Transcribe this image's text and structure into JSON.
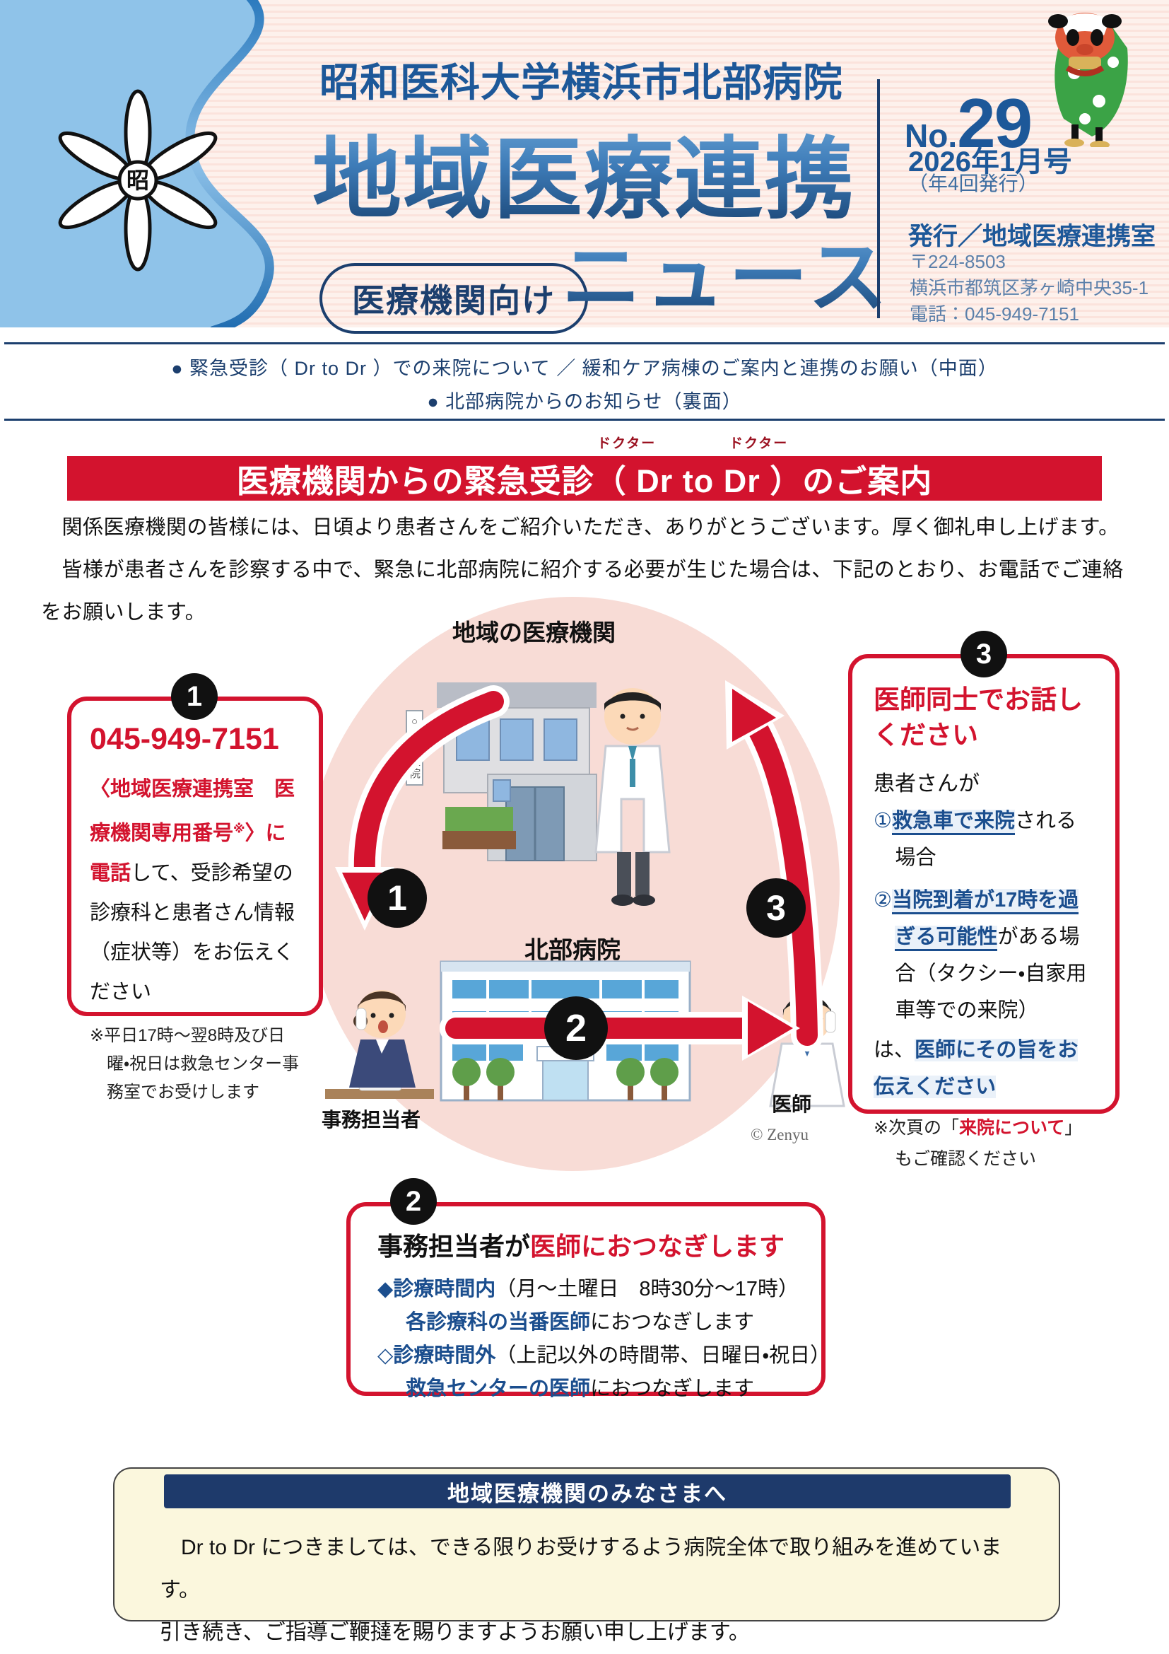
{
  "colors": {
    "accent_red": "#d3132e",
    "navy": "#1c3f6e",
    "title_blue": "#1d5899",
    "blue_text": "#1b4e8e",
    "light_blue": "#8fc3e9",
    "pink_circle": "#f8dcd6",
    "cream": "#fbf7dd",
    "banner_navy": "#1e3a6b"
  },
  "header": {
    "organization": "昭和医科大学横浜市北部病院",
    "newsletter_title": "地域医療連携",
    "newsletter_subtitle": "ニュース",
    "audience_badge": "医療機関向け",
    "issue_no_label": "No.",
    "issue_no": "29",
    "issue_date": "2026年1月号",
    "issue_frequency": "（年4回発行）",
    "publisher": "発行／地域医療連携室",
    "postal_code": "〒224-8503",
    "address": "横浜市都筑区茅ヶ崎中央35-1",
    "phone": "電話：045-949-7151",
    "crest_text": "昭"
  },
  "contents_bar": {
    "item1": "● 緊急受診（ Dr to Dr ）での来院について ／ 緩和ケア病棟のご案内と連携のお願い（中面）",
    "item2": "● 北部病院からのお知らせ（裏面）"
  },
  "lead_banner": {
    "title": "医療機関からの緊急受診（ Dr to Dr ）のご案内",
    "furigana": "ドクター"
  },
  "intro": {
    "line1": "　関係医療機関の皆様には、日頃より患者さんをご紹介いただき、ありがとうございます。厚く御礼申し上げます。",
    "line2": "　皆様が患者さんを診察する中で、緊急に北部病院に紹介する必要が生じた場合は、下記のとおり、お電話でご連絡をお願いします。"
  },
  "step1": {
    "number": "1",
    "phone": "045-949-7151",
    "red_text": "〈地域医療連携室　医療機関専用番号",
    "red_sup": "※",
    "red_text2": "〉に電話",
    "black_text": "して、受診希望の診療科と患者さん情報（症状等）をお伝えください",
    "note_marker": "※",
    "note": "平日17時～翌8時及び日曜・祝日は救急センター事務室でお受けします"
  },
  "step2": {
    "number": "2",
    "title_black": "事務担当者が",
    "title_red": "医師におつなぎします",
    "row1_blue": "◆診療時間内",
    "row1_black": "（月～土曜日　8時30分～17時）",
    "row2_blue": "各診療科の当番医師",
    "row2_black": "におつなぎします",
    "row3_blue": "◇診療時間外",
    "row3_black": "（上記以外の時間帯、日曜日・祝日）",
    "row4_blue": "救急センターの医師",
    "row4_black": "におつなぎします"
  },
  "step3": {
    "number": "3",
    "title": "医師同士でお話しください",
    "lead": "患者さんが",
    "item1_no": "①",
    "item1_blue": "救急車で来院",
    "item1_black": "される場合",
    "item2_no": "②",
    "item2_blue": "当院到着が17時を過ぎる可能性",
    "item2_black": "がある場合",
    "item2_paren": "（タクシー・自家用車等での来院）",
    "close_black": "は、",
    "close_blue": "医師にその旨をお伝えください",
    "note_marker": "※",
    "note_pre": "次頁の「",
    "note_red": "来院について",
    "note_post": "」もご確認ください"
  },
  "diagram": {
    "clinic_label": "地域の医療機関",
    "clinic_sign": "○○○医院",
    "hospital_label": "北部病院",
    "clerk_label": "事務担当者",
    "doctor_label": "医師",
    "arrow1_no": "1",
    "arrow2_no": "2",
    "arrow3_no": "3",
    "credit": "© Zenyu"
  },
  "footer_box": {
    "header": "地域医療機関のみなさまへ",
    "line1": "　Dr to Dr につきましては、できる限りお受けするよう病院全体で取り組みを進めています。",
    "line2": "引き続き、ご指導ご鞭撻を賜りますようお願い申し上げます。"
  }
}
